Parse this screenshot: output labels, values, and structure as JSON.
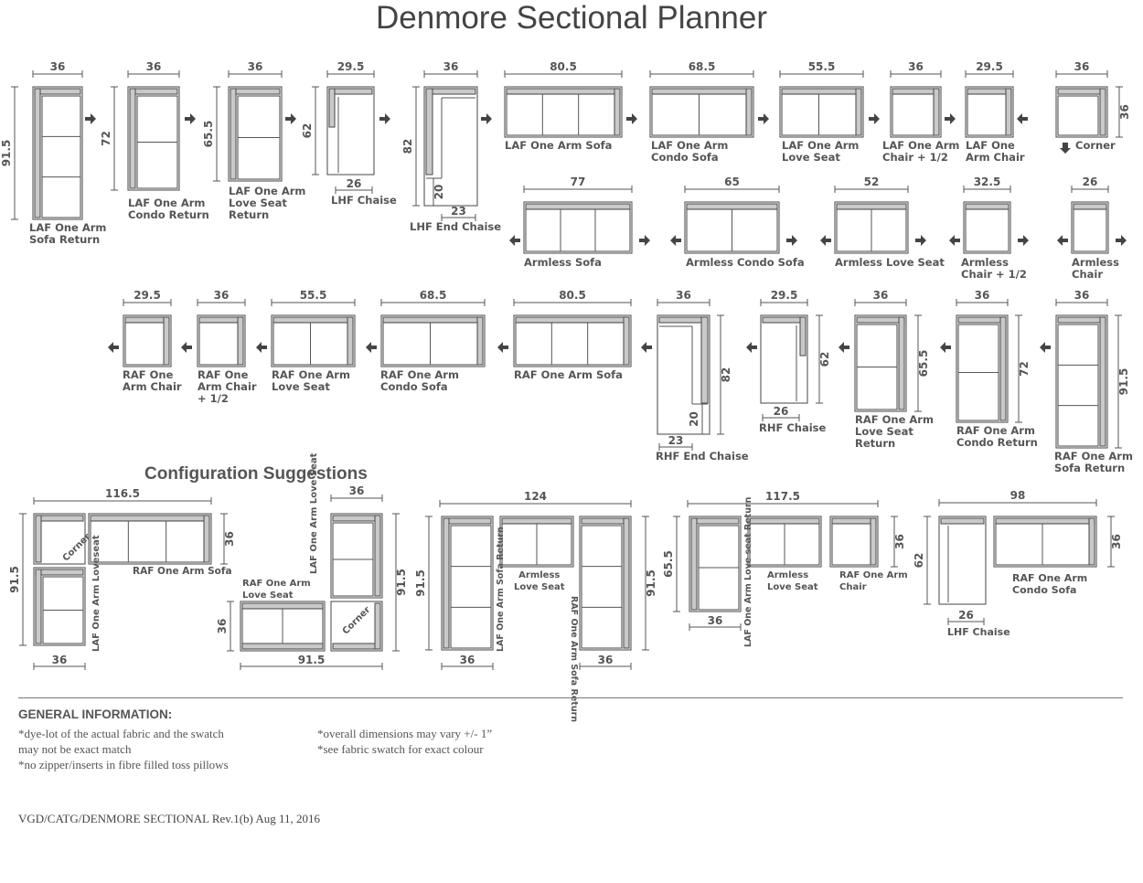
{
  "title": "Denmore Sectional Planner",
  "pieces": [
    {
      "name": "LAF One Arm\nSofa Return",
      "width": "36",
      "depth": "91.5"
    },
    {
      "name": "LAF One Arm\nCondo Return",
      "width": "36",
      "depth": "72"
    },
    {
      "name": "LAF One Arm\nLove Seat\nReturn",
      "width": "36",
      "depth": "65.5"
    },
    {
      "name": "LHF Chaise",
      "width": "29.5",
      "depth": "62",
      "seat": "26"
    },
    {
      "name": "LHF End Chaise",
      "width": "36",
      "depth": "82",
      "seat": "23",
      "extension": "20"
    },
    {
      "name": "LAF One Arm Sofa",
      "width": "80.5"
    },
    {
      "name": "LAF One Arm\nCondo Sofa",
      "width": "68.5"
    },
    {
      "name": "LAF One Arm\nLove Seat",
      "width": "55.5"
    },
    {
      "name": "LAF One Arm\nChair + 1/2",
      "width": "36"
    },
    {
      "name": "LAF One\nArm Chair",
      "width": "29.5"
    },
    {
      "name": "Corner",
      "width": "36",
      "depth": "36"
    },
    {
      "name": "Armless Sofa",
      "width": "77"
    },
    {
      "name": "Armless Condo Sofa",
      "width": "65"
    },
    {
      "name": "Armless Love Seat",
      "width": "52"
    },
    {
      "name": "Armless\nChair + 1/2",
      "width": "32.5"
    },
    {
      "name": "Armless\nChair",
      "width": "26"
    },
    {
      "name": "RAF One\nArm Chair",
      "width": "29.5"
    },
    {
      "name": "RAF One\nArm Chair\n+ 1/2",
      "width": "36"
    },
    {
      "name": "RAF One Arm\nLove Seat",
      "width": "55.5"
    },
    {
      "name": "RAF One Arm\nCondo Sofa",
      "width": "68.5"
    },
    {
      "name": "RAF One Arm Sofa",
      "width": "80.5"
    },
    {
      "name": "RHF End Chaise",
      "width": "36",
      "depth": "82",
      "seat": "23",
      "extension": "20"
    },
    {
      "name": "RHF Chaise",
      "width": "29.5",
      "depth": "62",
      "seat": "26"
    },
    {
      "name": "RAF One Arm\nLove Seat\nReturn",
      "width": "36",
      "depth": "65.5"
    },
    {
      "name": "RAF One Arm\nCondo Return",
      "width": "36",
      "depth": "72"
    },
    {
      "name": "RAF One Arm\nSofa Return",
      "width": "36",
      "depth": "91.5"
    }
  ],
  "config_title": "Configuration Suggestions",
  "configs": [
    {
      "width": "116.5",
      "depth": "91.5",
      "piece_width": "36",
      "piece_depth": "36",
      "labels": [
        "Corner",
        "RAF One Arm Sofa",
        "LAF One Arm\nLoveseat"
      ]
    },
    {
      "width": "91.5",
      "depth": "91.5",
      "piece_width": "36",
      "piece_depth": "36",
      "labels": [
        "LAF One Arm\nLove Seat",
        "RAF One Arm\nLove Seat",
        "Corner"
      ]
    },
    {
      "width": "124",
      "depth": "91.5",
      "depth2": "91.5",
      "piece_width": "36",
      "piece_width2": "36",
      "labels": [
        "Armless\nLove Seat",
        "LAF One Arm\nSofa Return",
        "RAF One Arm\nSofa Return"
      ]
    },
    {
      "width": "117.5",
      "depth": "65.5",
      "depth2": "36",
      "piece_width": "36",
      "labels": [
        "Armless\nLove Seat",
        "RAF One Arm\nChair",
        "LAF One Arm\nLove seat\nReturn"
      ]
    },
    {
      "width": "98",
      "depth": "62",
      "depth2": "36",
      "piece_width": "26",
      "labels": [
        "RAF One Arm\nCondo Sofa",
        "LHF Chaise"
      ]
    }
  ],
  "info": {
    "heading": "GENERAL INFORMATION:",
    "notes_left": "*dye-lot of the actual fabric and the swatch\n  may not be exact match\n*no zipper/inserts in fibre filled toss pillows",
    "notes_right": "*overall dimensions may vary +/- 1”\n*see fabric swatch for exact colour"
  },
  "footer": "VGD/CATG/DENMORE SECTIONAL Rev.1(b) Aug 11, 2016",
  "colors": {
    "line": "#555555",
    "arm": "#c9c9c9",
    "label": "#555555"
  }
}
